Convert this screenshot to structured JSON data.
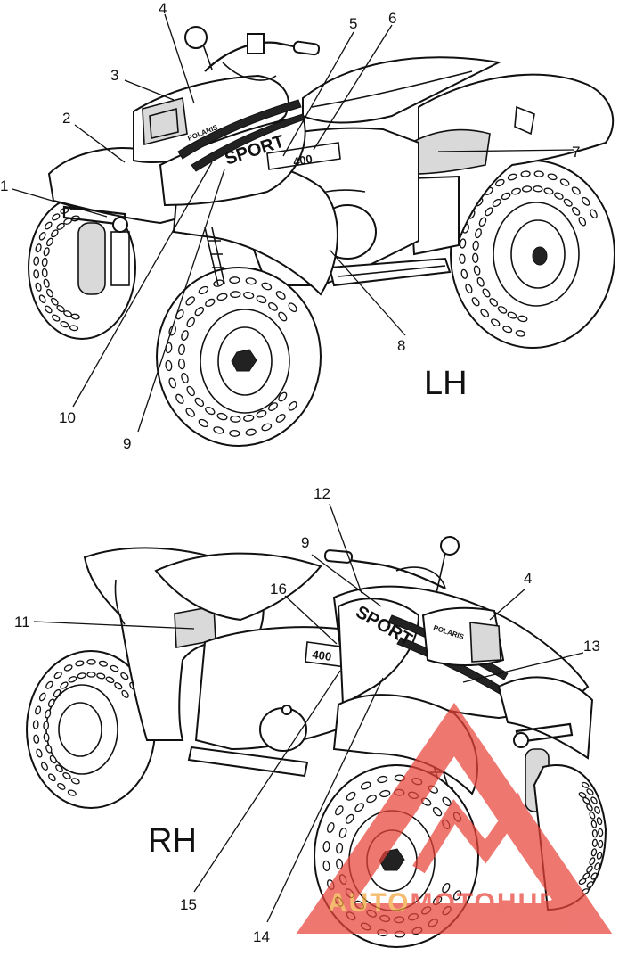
{
  "diagram": {
    "upper_view_label": "LH",
    "lower_view_label": "RH",
    "decal_sport": "SPORT",
    "decal_brand": "POLARIS",
    "decal_model": "400",
    "upper_callouts": [
      "1",
      "2",
      "3",
      "4",
      "5",
      "6",
      "7",
      "8",
      "9",
      "10"
    ],
    "lower_callouts": [
      "11",
      "12",
      "9",
      "4",
      "13",
      "16",
      "15",
      "14"
    ]
  },
  "watermark": {
    "text_part1": "AUTO",
    "text_part2": "MOTO",
    "text_part3": "HUB",
    "color_primary": "#e8433a",
    "color_secondary": "#f2a33a"
  }
}
